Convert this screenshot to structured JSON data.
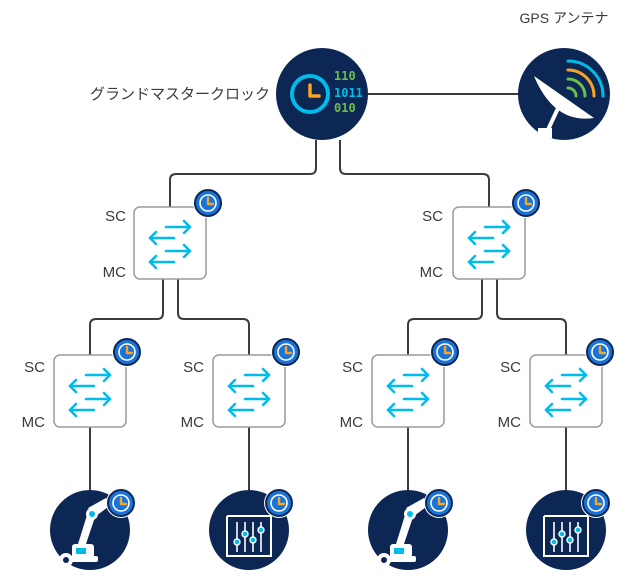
{
  "labels": {
    "gps_antenna": "GPS アンテナ",
    "grandmaster": "グランドマスタークロック",
    "sc": "SC",
    "mc": "MC"
  },
  "grandmaster_bits": [
    "110",
    "1011",
    "010"
  ],
  "colors": {
    "navy": "#0d2755",
    "accent": "#00bceb",
    "clock_orange": "#f6a623",
    "clock_blue": "#1a73d9",
    "line": "#3c3c3c",
    "switch_border": "#9a9a9a"
  },
  "icons": {
    "grandmaster": "grandmaster-clock-icon",
    "gps": "satellite-dish-icon",
    "switch": "switch-arrows-icon",
    "clock": "clock-badge-icon",
    "robot": "robotic-arm-icon",
    "control": "control-panel-icon"
  }
}
